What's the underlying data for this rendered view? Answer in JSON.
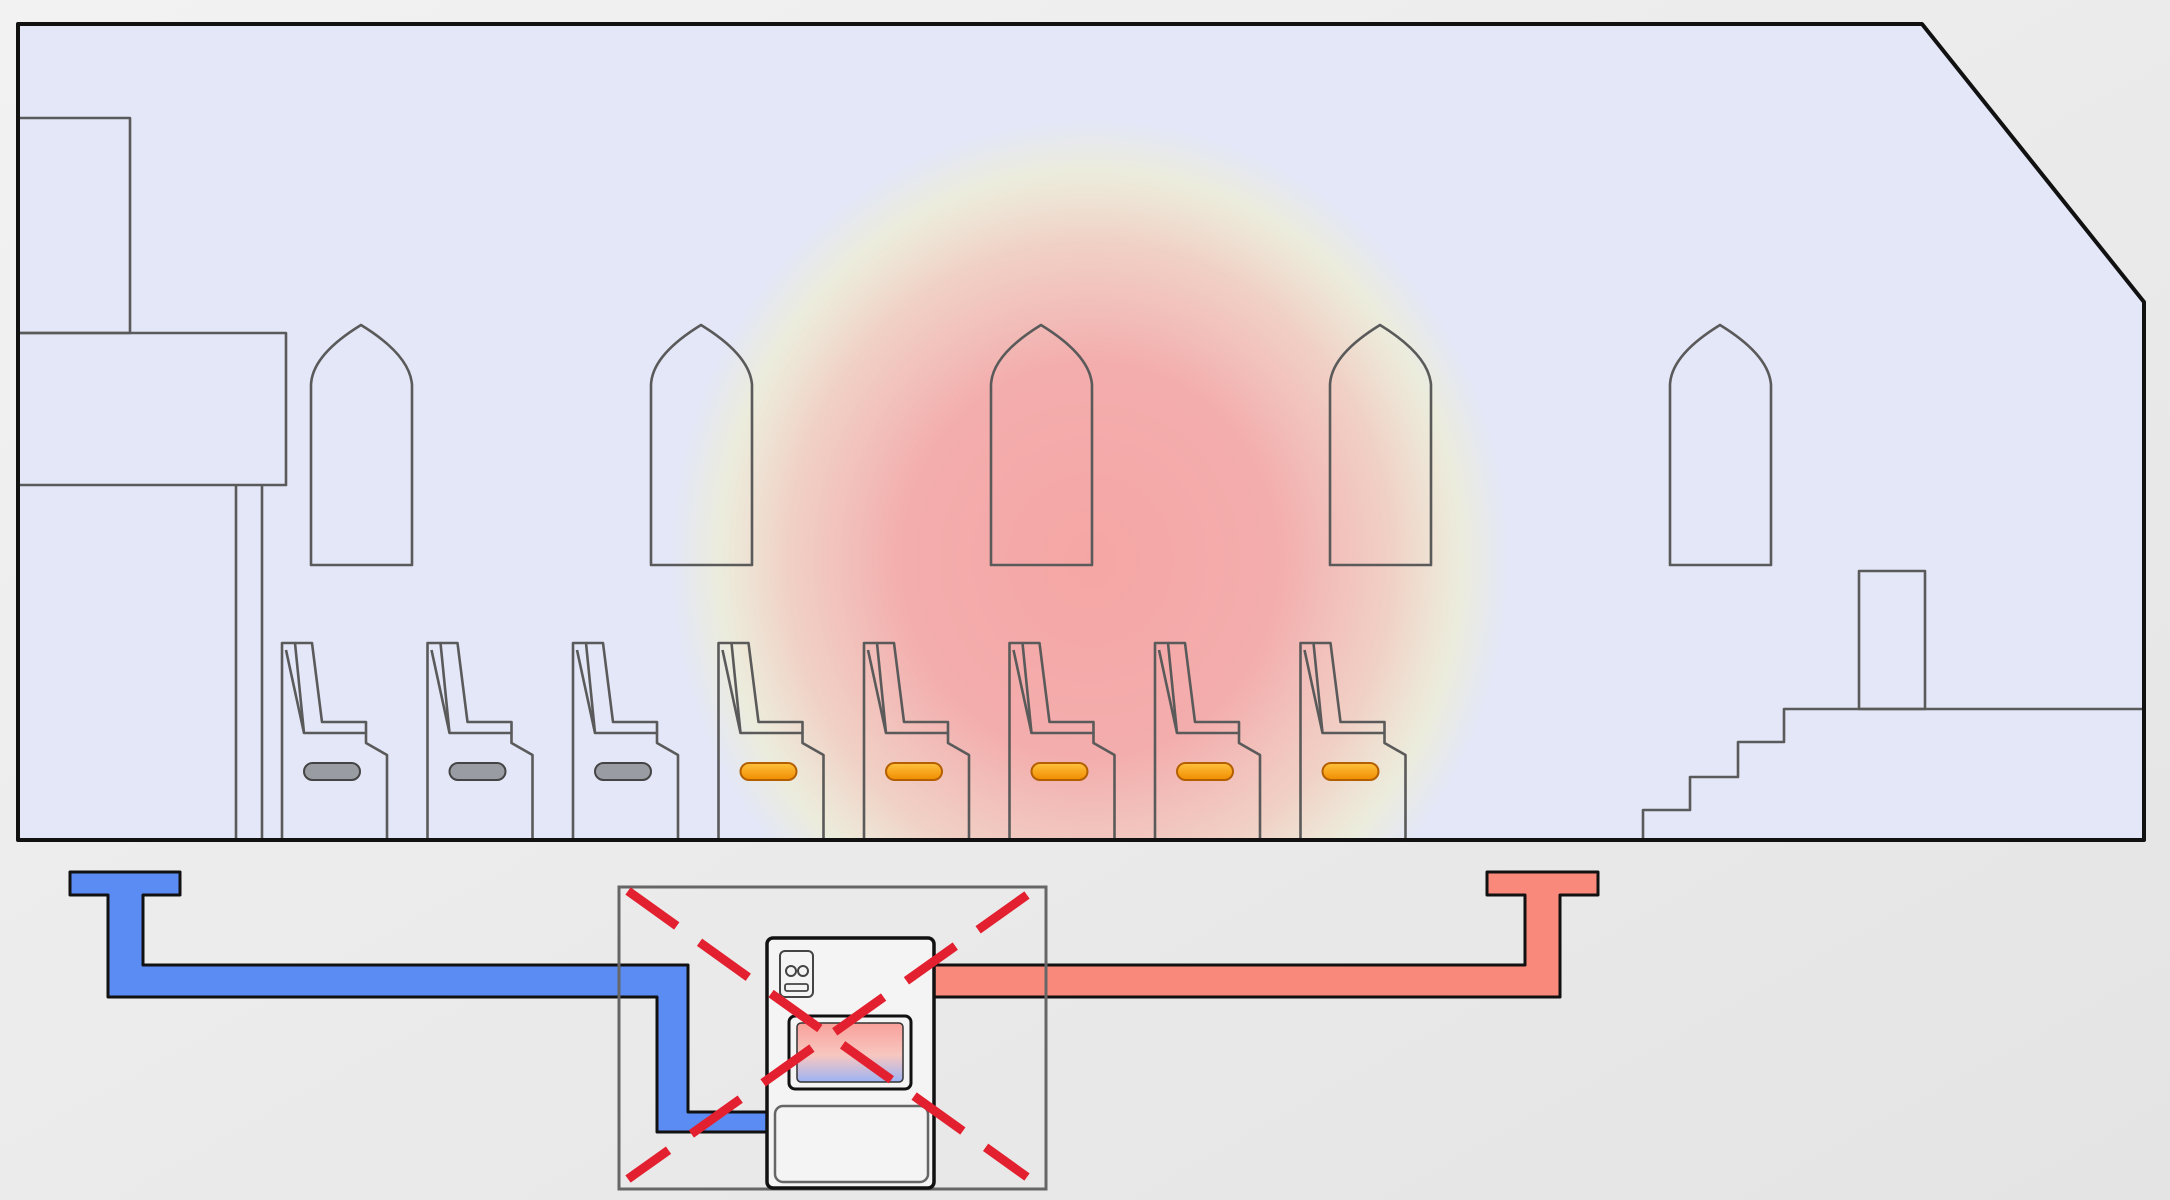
{
  "colors": {
    "room_background": "#e3e7f8",
    "heat_core": "#f6a3a0",
    "heat_edge": "#f2efc9",
    "cold_pipe": "#5b8cf3",
    "hot_pipe": "#f9897b",
    "heater_active": "#f5a300",
    "heater_inactive": "#9a9ca4",
    "cross_out": "#e3202f"
  },
  "windows_count": 5,
  "pews": {
    "count": 8,
    "seat_heaters_states": [
      "off",
      "off",
      "off",
      "on",
      "on",
      "on",
      "on",
      "on"
    ]
  },
  "boiler": {
    "crossed_out": true
  },
  "icons": [
    "church-outline",
    "boiler-icon",
    "cross-out-icon",
    "cold-pipe",
    "hot-pipe"
  ]
}
